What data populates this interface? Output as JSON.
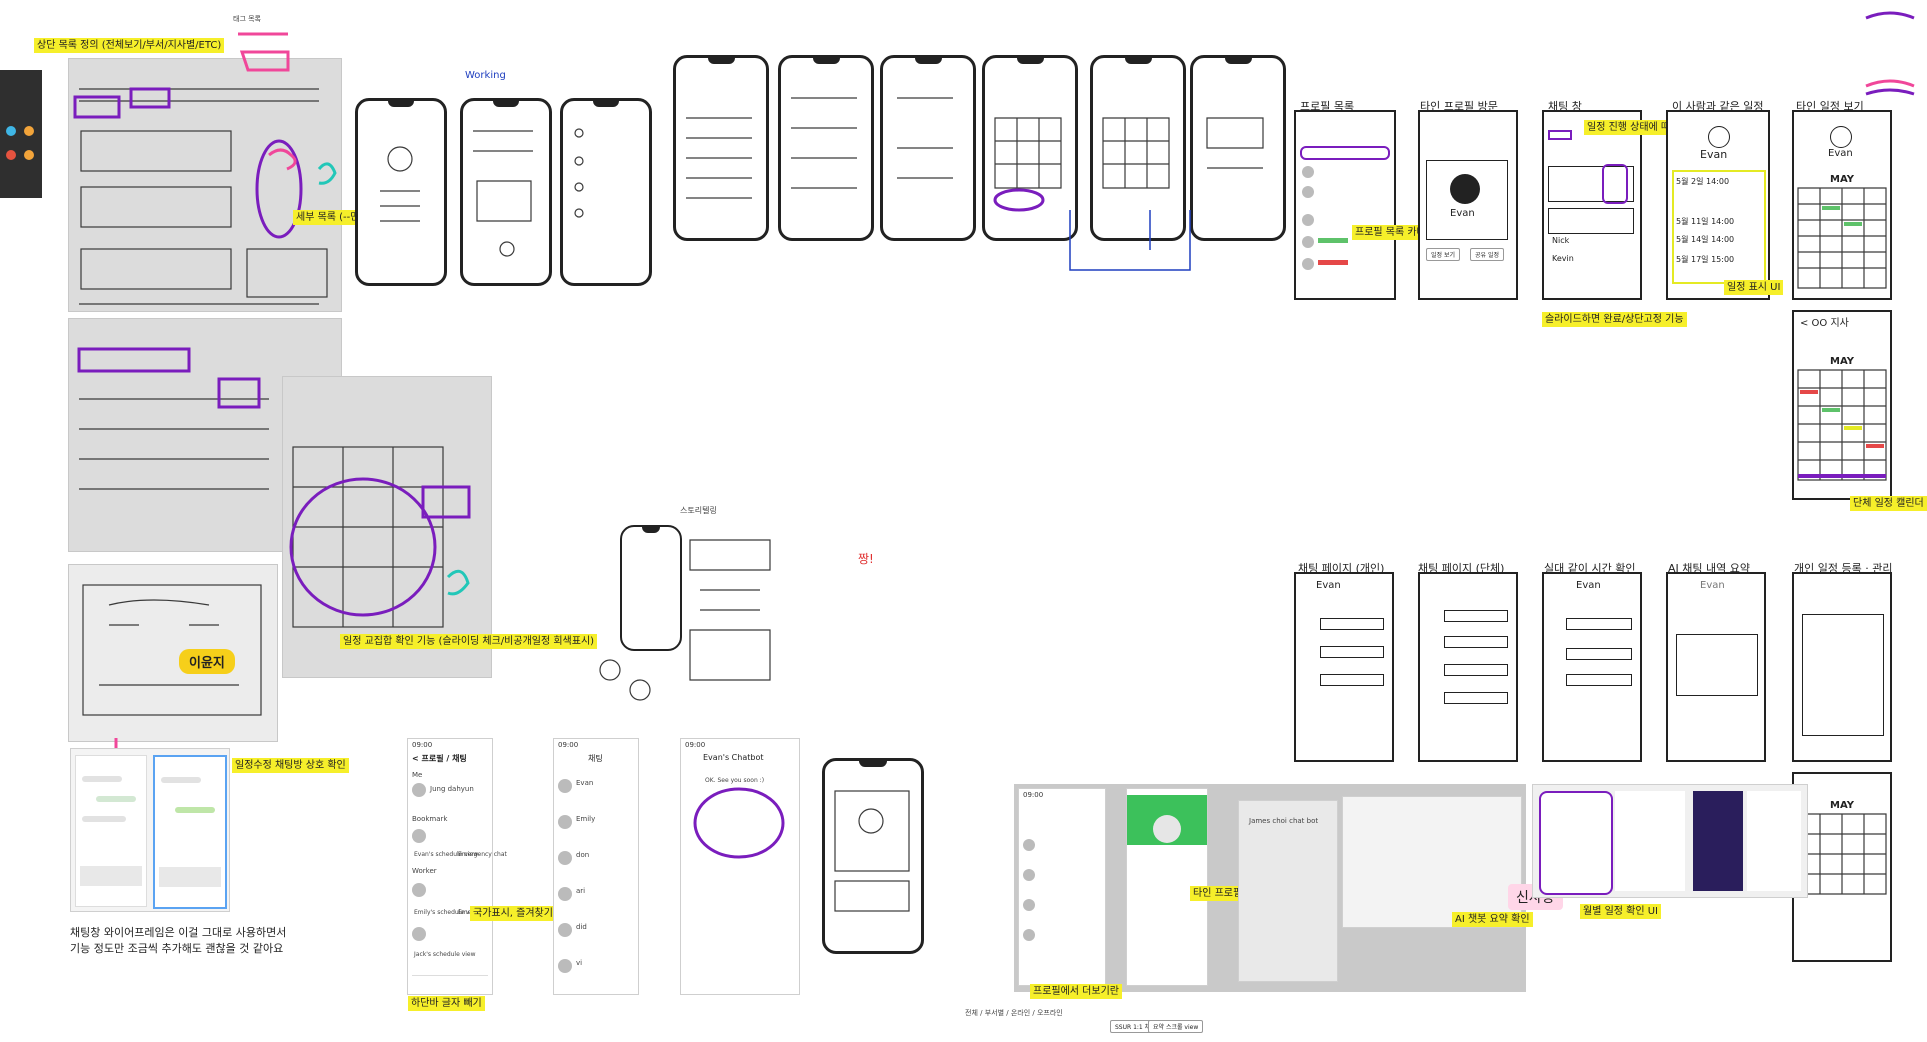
{
  "notes": {
    "top_list": "상단 목록 정의 (전체보기/부서/지사별/ETC)",
    "detail_list": "세부 목록 (--만 표시 기능)",
    "schedule_check": "일정 교집합 확인 기능 (슬라이딩 체크/비공개일정 회색표시)",
    "chat_check": "일정수정 채팅방 상호 확인",
    "chat_caption_line1": "채팅창 와이어프레임은 이걸 그대로 사용하면서",
    "chat_caption_line2": "기능 정도만 조금씩 추가해도 괜찮을 것 같아요",
    "bottom_bar": "하단바 글자 빼기",
    "nation_fav": "국가표시, 즐겨찾기 UI",
    "profile_category": "프로필 목록 카테고리화",
    "slide_done": "슬라이드하면 완료/상단고정 기능",
    "chat_status": "일정 진행 상태에 따라 채팅표시 구분",
    "schedule_ui": "일정 표시 UI",
    "single_calendar": "단체 일정 캘린더",
    "other_profile": "타인 프로필 상세 페이지",
    "ai_summary": "AI 챗봇 요약 확인",
    "monthly_check": "월별 일정 확인 UI",
    "profile_more": "프로필에서 더보기란",
    "tag_label": "태그 목록",
    "storytelling": "스토리텔링",
    "lee_name": "이윤지",
    "sinsarang": "신사랑"
  },
  "wireframe_titles": {
    "profile_list": "프로필 목록",
    "other_profile": "타인 프로필 방문",
    "chat": "채팅 창",
    "me_other_sched": "이 사람과 같은 일정",
    "other_sched_view": "타인 일정 보기",
    "chat_personal": "채팅 페이지 (개인)",
    "chat_group": "채팅 페이지 (단체)",
    "meet_time": "실대 같이 시간 확인",
    "ai_chat": "AI 채팅 내역 요약",
    "personal_sched": "개인 일정 등록 · 관리"
  },
  "wireframe_content": {
    "evan": "Evan",
    "may": "MAY",
    "nick": "Nick",
    "kevin": "Kevin",
    "dates": [
      "5월 2일 14:00",
      "5월 11일 14:00",
      "5월 14일 14:00",
      "5월 17일 15:00"
    ],
    "calendar_person": "< OO 지사"
  },
  "screens": {
    "profile_chat_title": "프로필 / 채팅",
    "chat_title": "채팅",
    "chatbot_title": "Evan's Chatbot",
    "me_label": "Me",
    "me_name": "Jung dahyun",
    "bookmark_label": "Bookmark",
    "worker_label": "Worker",
    "schedule_view": "Evan's schedule view",
    "emergency_chat": "Emergency chat",
    "emily_schedule": "Emily's schedule view",
    "jack_schedule": "Jack's schedule view",
    "ok_msg": "OK. See you soon :)",
    "time": "09:00",
    "james_bot": "James choi chat bot",
    "status_bar": "전체 / 부서별 / 온라인 / 오프라인",
    "chip1": "SSUR 1:1 채팅",
    "chip2": "요약 스크롤 view"
  },
  "names_list": [
    "Evan",
    "Emily",
    "don",
    "ari",
    "did",
    "vi"
  ],
  "colors": {
    "highlight": "#f6ef2a",
    "purple": "#7a1dbd",
    "pink": "#f0479a",
    "teal": "#22c7b8",
    "blue_ink": "#1f3fbf"
  }
}
